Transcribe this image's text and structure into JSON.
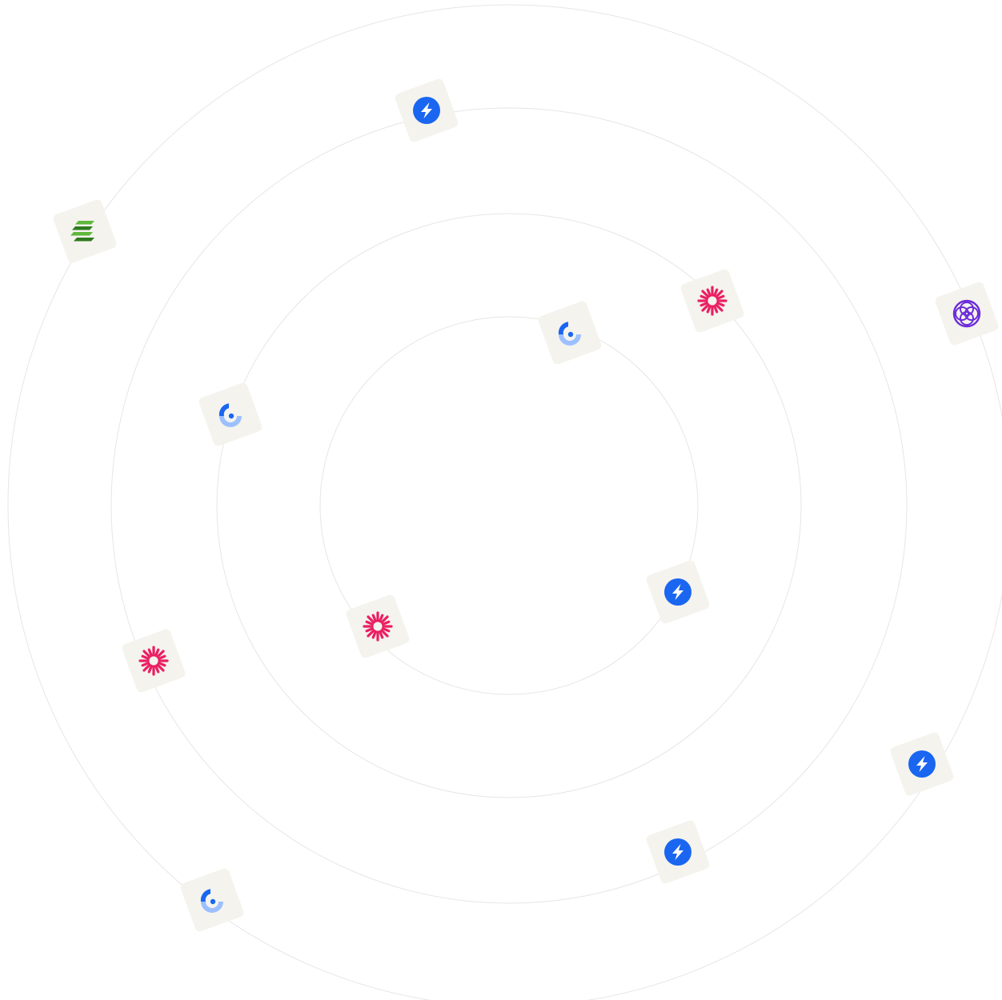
{
  "canvas": {
    "background": "#ffffff",
    "ring_color": "#e6e6e6",
    "tile_color": "#f4f3ee"
  },
  "icon_types": {
    "bolt": {
      "name": "lightning-bolt-icon",
      "color": "#1a66f0"
    },
    "sun": {
      "name": "starburst-icon",
      "color": "#ea1f63"
    },
    "crescent": {
      "name": "crescent-ring-icon",
      "color": "#1a66f0",
      "secondary": "#9cc0ff"
    },
    "layers": {
      "name": "stacked-stripes-icon",
      "color": "#5fb83a",
      "secondary": "#2f7a1f"
    },
    "hex": {
      "name": "hexagon-knot-icon",
      "color": "#6c2bd9"
    }
  },
  "rings": [
    {
      "name": "ring-inner"
    },
    {
      "name": "ring-2"
    },
    {
      "name": "ring-3"
    },
    {
      "name": "ring-outer"
    }
  ],
  "tiles": [
    {
      "icon": "bolt"
    },
    {
      "icon": "layers"
    },
    {
      "icon": "sun"
    },
    {
      "icon": "crescent"
    },
    {
      "icon": "hex"
    },
    {
      "icon": "crescent"
    },
    {
      "icon": "bolt"
    },
    {
      "icon": "sun"
    },
    {
      "icon": "sun"
    },
    {
      "icon": "bolt"
    },
    {
      "icon": "bolt"
    },
    {
      "icon": "crescent"
    }
  ]
}
